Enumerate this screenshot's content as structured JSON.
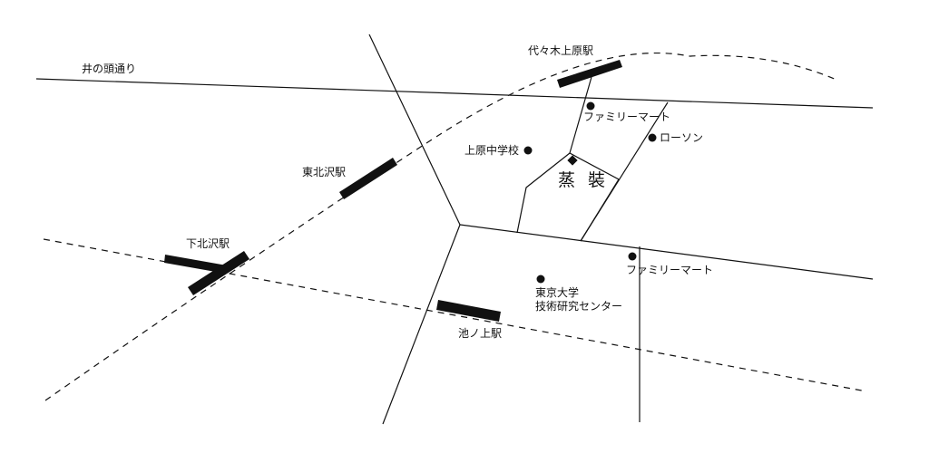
{
  "roads": {
    "inokashira": "井の頭通り"
  },
  "stations": {
    "yoyogi_uehara": "代々木上原駅",
    "higashi_kitazawa": "東北沢駅",
    "shimo_kitazawa": "下北沢駅",
    "ikenoue": "池ノ上駅"
  },
  "landmarks": {
    "familymart_north": "ファミリーマート",
    "lawson": "ローソン",
    "uehara_jhs": "上原中学校",
    "familymart_south": "ファミリーマート",
    "todai_line1": "東京大学",
    "todai_line2": "技術研究センター"
  },
  "destination": {
    "name": "蒸 裝"
  },
  "colors": {
    "ink": "#111111",
    "background": "#ffffff"
  }
}
